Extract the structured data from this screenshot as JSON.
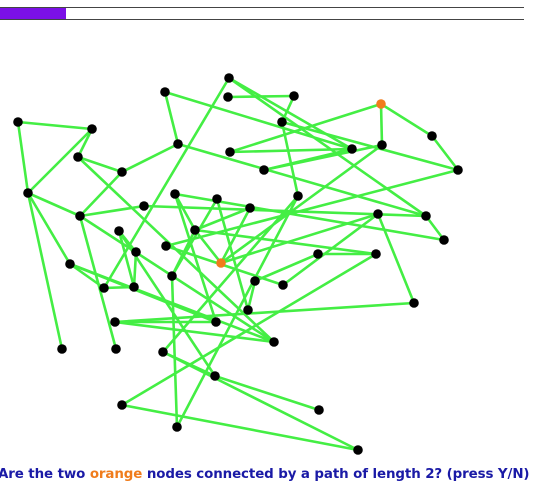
{
  "progress": {
    "fraction": 0.125,
    "fill_color": "#7b10e6"
  },
  "question": {
    "before": "Are the two ",
    "highlight": "orange",
    "after": " nodes connected by a path of length 2? (press Y/N)",
    "text_color": "#1a1aa6",
    "highlight_color": "#f07c1c"
  },
  "graph_style": {
    "edge_color": "#44ee44",
    "node_color": "#000000",
    "highlight_color": "#f07c1c"
  },
  "graph": {
    "nodes": [
      {
        "id": "A",
        "highlighted": false
      },
      {
        "id": "B",
        "highlighted": false
      },
      {
        "id": "C",
        "highlighted": false
      },
      {
        "id": "D",
        "highlighted": false
      },
      {
        "id": "E",
        "highlighted": false
      },
      {
        "id": "F",
        "highlighted": false
      },
      {
        "id": "G",
        "highlighted": false
      },
      {
        "id": "H",
        "highlighted": false
      },
      {
        "id": "I",
        "highlighted": false
      },
      {
        "id": "J",
        "highlighted": false
      },
      {
        "id": "K",
        "highlighted": false
      },
      {
        "id": "L",
        "highlighted": false
      },
      {
        "id": "M",
        "highlighted": false
      },
      {
        "id": "N",
        "highlighted": false
      },
      {
        "id": "O",
        "highlighted": false
      },
      {
        "id": "P",
        "highlighted": false
      },
      {
        "id": "Q",
        "highlighted": false
      },
      {
        "id": "R",
        "highlighted": false
      },
      {
        "id": "S",
        "highlighted": false
      },
      {
        "id": "T",
        "highlighted": false
      },
      {
        "id": "U",
        "highlighted": false
      },
      {
        "id": "V",
        "highlighted": false
      },
      {
        "id": "W",
        "highlighted": false
      },
      {
        "id": "X",
        "highlighted": false
      },
      {
        "id": "Y",
        "highlighted": false
      },
      {
        "id": "Z",
        "highlighted": false
      },
      {
        "id": "AA",
        "highlighted": false
      },
      {
        "id": "AB",
        "highlighted": false
      },
      {
        "id": "AC",
        "highlighted": false
      },
      {
        "id": "AD",
        "highlighted": false
      },
      {
        "id": "AE",
        "highlighted": false
      },
      {
        "id": "AF",
        "highlighted": true
      },
      {
        "id": "AG",
        "highlighted": false
      },
      {
        "id": "AH",
        "highlighted": false
      },
      {
        "id": "AI",
        "highlighted": false
      },
      {
        "id": "AJ",
        "highlighted": false
      },
      {
        "id": "AK",
        "highlighted": false
      },
      {
        "id": "AL",
        "highlighted": false
      },
      {
        "id": "AM",
        "highlighted": false
      },
      {
        "id": "AN",
        "highlighted": false
      },
      {
        "id": "AO",
        "highlighted": false
      },
      {
        "id": "AP",
        "highlighted": false
      },
      {
        "id": "AQ",
        "highlighted": true
      },
      {
        "id": "AR",
        "highlighted": false
      },
      {
        "id": "AS",
        "highlighted": false
      },
      {
        "id": "AT",
        "highlighted": false
      },
      {
        "id": "AU",
        "highlighted": false
      },
      {
        "id": "AV",
        "highlighted": false
      },
      {
        "id": "AW",
        "highlighted": false
      },
      {
        "id": "AX",
        "highlighted": false
      },
      {
        "id": "AY",
        "highlighted": false
      },
      {
        "id": "AZ",
        "highlighted": false
      },
      {
        "id": "BA",
        "highlighted": false
      }
    ],
    "edges": [
      [
        "A",
        "B"
      ],
      [
        "A",
        "C"
      ],
      [
        "A",
        "E"
      ],
      [
        "B",
        "E"
      ],
      [
        "C",
        "D"
      ],
      [
        "D",
        "G"
      ],
      [
        "G",
        "F"
      ],
      [
        "D",
        "H"
      ],
      [
        "E",
        "H"
      ],
      [
        "E",
        "I"
      ],
      [
        "E",
        "P"
      ],
      [
        "H",
        "O"
      ],
      [
        "H",
        "N"
      ],
      [
        "I",
        "J"
      ],
      [
        "J",
        "K"
      ],
      [
        "K",
        "L"
      ],
      [
        "J",
        "R"
      ],
      [
        "I",
        "AC"
      ],
      [
        "I",
        "AD"
      ],
      [
        "L",
        "M"
      ],
      [
        "K",
        "M"
      ],
      [
        "H",
        "AD"
      ],
      [
        "C",
        "AD"
      ],
      [
        "AD",
        "AY"
      ],
      [
        "F",
        "AE"
      ],
      [
        "R",
        "AE"
      ],
      [
        "R",
        "AT"
      ],
      [
        "G",
        "AT"
      ],
      [
        "N",
        "AT"
      ],
      [
        "M",
        "T"
      ],
      [
        "T",
        "AB"
      ],
      [
        "T",
        "Q"
      ],
      [
        "Q",
        "AA"
      ],
      [
        "W",
        "AA"
      ],
      [
        "Q",
        "AX"
      ],
      [
        "W",
        "AI"
      ],
      [
        "AA",
        "U"
      ],
      [
        "U",
        "V"
      ],
      [
        "V",
        "AZ"
      ],
      [
        "U",
        "AS"
      ],
      [
        "AE",
        "Z"
      ],
      [
        "AE",
        "X"
      ],
      [
        "X",
        "AQ"
      ],
      [
        "Z",
        "AN"
      ],
      [
        "AN",
        "AQ"
      ],
      [
        "AQ",
        "AR"
      ],
      [
        "AR",
        "AS"
      ],
      [
        "AS",
        "BA"
      ],
      [
        "BA",
        "AW"
      ],
      [
        "AW",
        "AO"
      ],
      [
        "AO",
        "AF"
      ],
      [
        "AF",
        "Y"
      ],
      [
        "AF",
        "AN"
      ],
      [
        "AF",
        "AH"
      ],
      [
        "Y",
        "AH"
      ],
      [
        "AM",
        "AH"
      ],
      [
        "AM",
        "AL"
      ],
      [
        "AL",
        "AV"
      ],
      [
        "AV",
        "AK"
      ],
      [
        "AK",
        "AJ"
      ],
      [
        "AJ",
        "AI"
      ],
      [
        "AI",
        "AH"
      ],
      [
        "AT",
        "AU"
      ],
      [
        "AU",
        "AG"
      ],
      [
        "AH",
        "AG"
      ],
      [
        "AG",
        "AC"
      ],
      [
        "AC",
        "AY"
      ],
      [
        "AY",
        "AP"
      ],
      [
        "AP",
        "AO"
      ],
      [
        "S",
        "AM"
      ],
      [
        "S",
        "AX"
      ]
    ]
  }
}
